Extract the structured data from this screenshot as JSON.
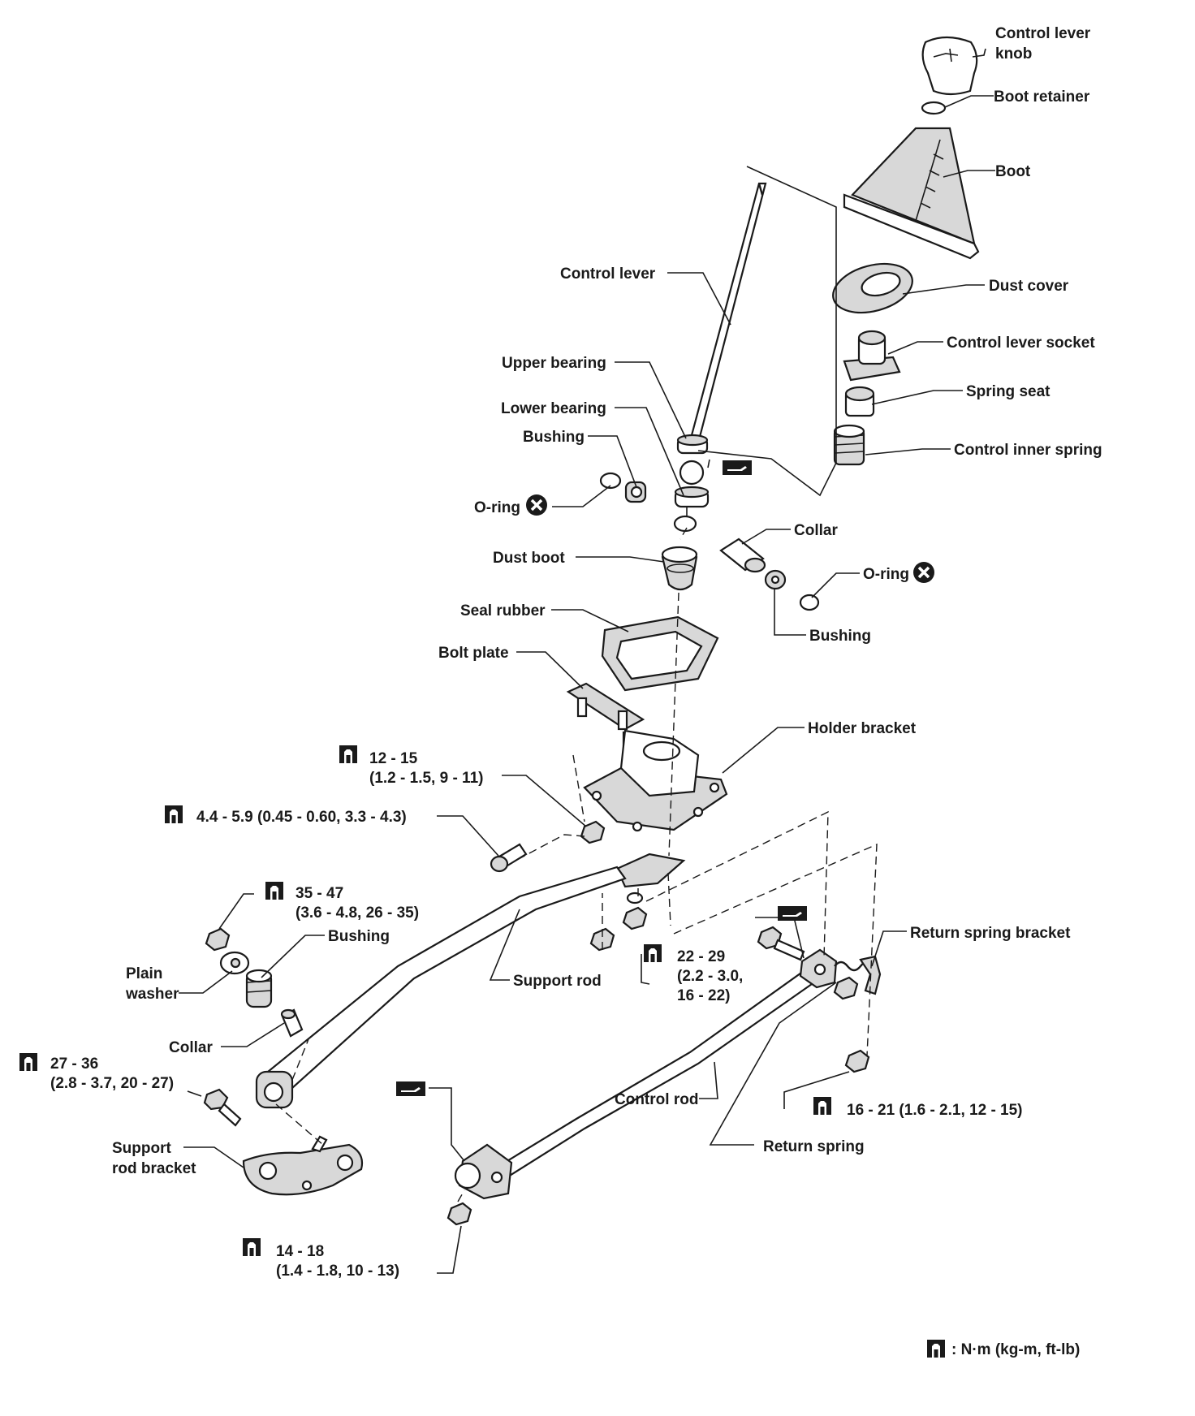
{
  "labels": {
    "control_lever_knob": [
      "Control lever",
      "knob"
    ],
    "boot_retainer": "Boot retainer",
    "boot": "Boot",
    "control_lever": "Control lever",
    "dust_cover": "Dust cover",
    "control_lever_socket": "Control lever socket",
    "upper_bearing": "Upper bearing",
    "spring_seat": "Spring seat",
    "lower_bearing": "Lower bearing",
    "bushing_upper": "Bushing",
    "control_inner_spring": "Control inner spring",
    "o_ring_left": "O-ring",
    "collar_upper": "Collar",
    "dust_boot": "Dust boot",
    "o_ring_right": "O-ring",
    "bushing_mid": "Bushing",
    "seal_rubber": "Seal rubber",
    "bolt_plate": "Bolt plate",
    "holder_bracket": "Holder bracket",
    "bushing_lower": "Bushing",
    "plain_washer": [
      "Plain",
      "washer"
    ],
    "support_rod": "Support rod",
    "return_spring_bracket": "Return spring bracket",
    "collar_lower": "Collar",
    "control_rod": "Control rod",
    "return_spring": "Return spring",
    "support_rod_bracket": [
      "Support",
      "rod bracket"
    ]
  },
  "torques": {
    "t1": [
      "12 - 15",
      "(1.2 - 1.5, 9 - 11)"
    ],
    "t2": [
      "4.4 - 5.9 (0.45 - 0.60, 3.3 - 4.3)"
    ],
    "t3": [
      "35 - 47",
      "(3.6 - 4.8, 26 - 35)"
    ],
    "t4": [
      "22 - 29",
      "(2.2 - 3.0,",
      "16 - 22)"
    ],
    "t5": [
      "27 - 36",
      "(2.8 - 3.7, 20 - 27)"
    ],
    "t6": [
      "16 - 21 (1.6 - 2.1, 12 - 15)"
    ],
    "t7": [
      "14 - 18",
      "(1.4 - 1.8, 10 - 13)"
    ]
  },
  "legend": {
    "unit": ": N·m (kg-m, ft-lb)"
  },
  "icons": {
    "torque": "torque-wrench-icon",
    "discard": "discard-x-icon",
    "grease": "grease-icon"
  }
}
